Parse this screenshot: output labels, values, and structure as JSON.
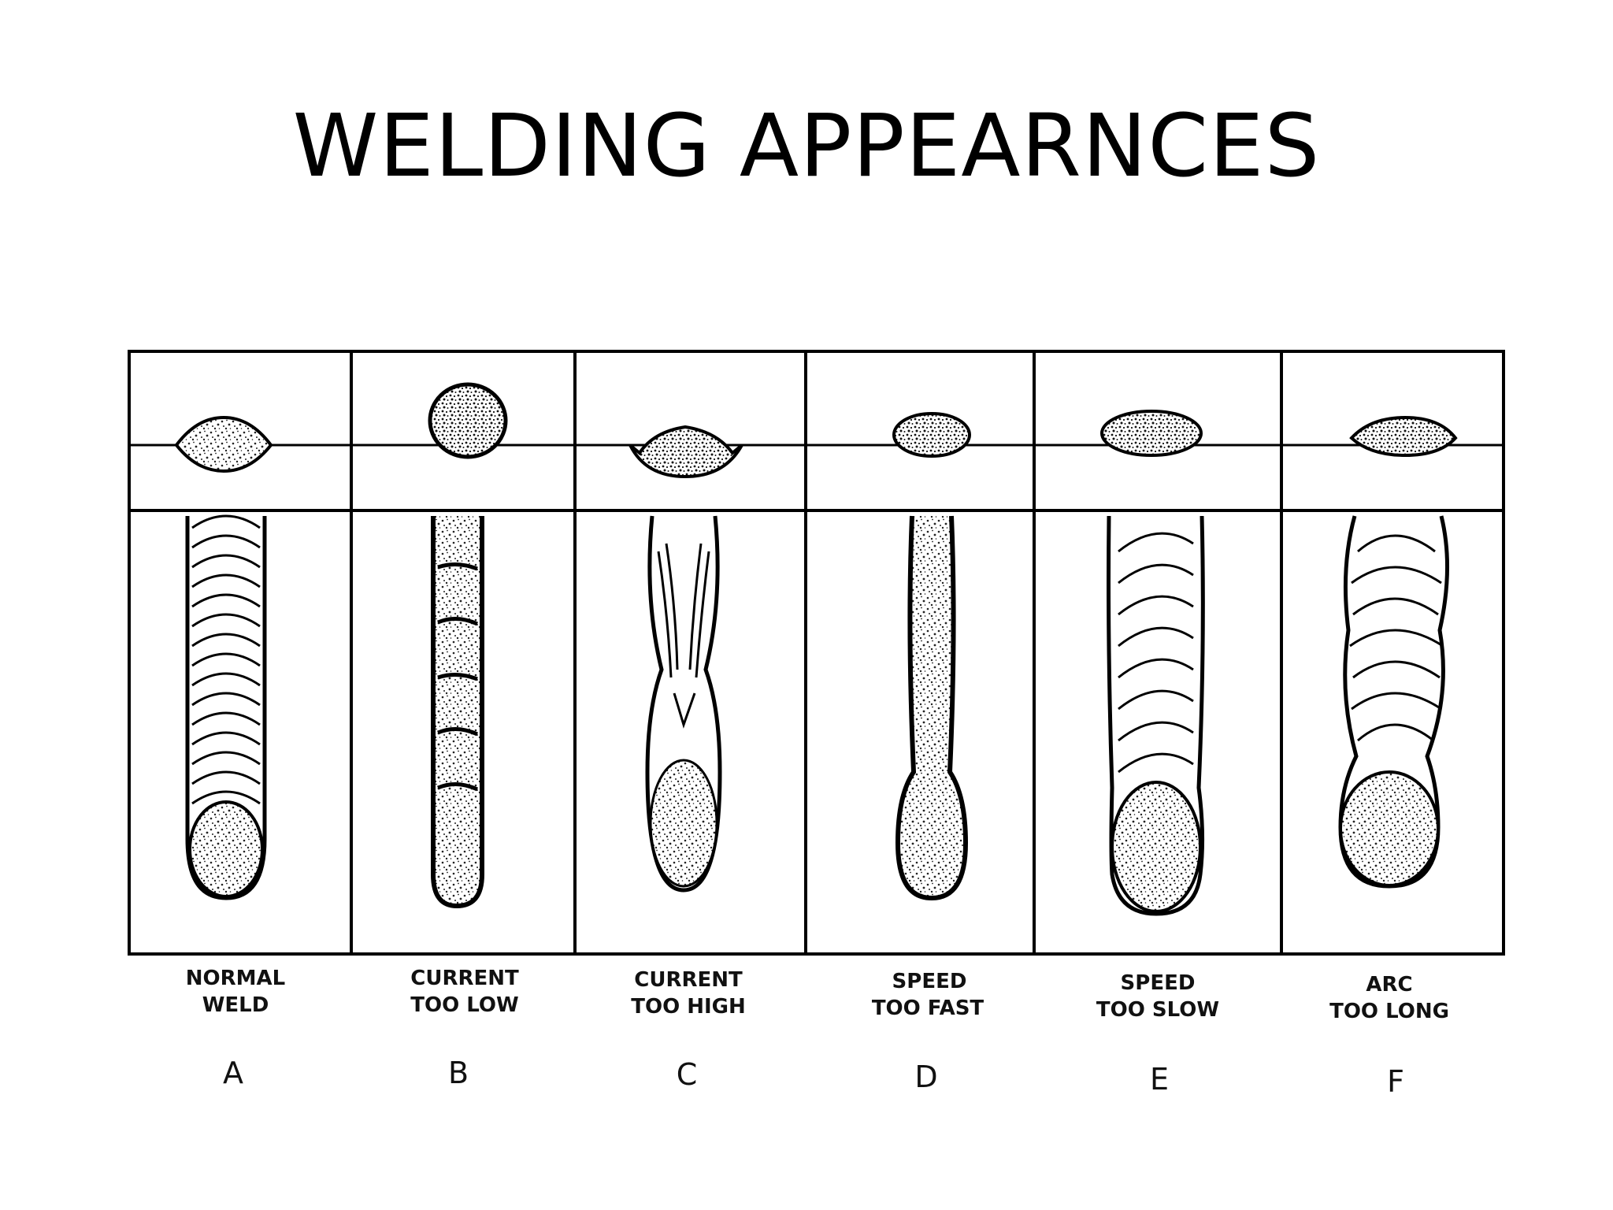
{
  "title": "WELDING APPEARNCES",
  "panels": [
    {
      "line1": "NORMAL",
      "line2": "WELD",
      "letter": "A"
    },
    {
      "line1": "CURRENT",
      "line2": "TOO LOW",
      "letter": "B"
    },
    {
      "line1": "CURRENT",
      "line2": "TOO HIGH",
      "letter": "C"
    },
    {
      "line1": "SPEED",
      "line2": "TOO FAST",
      "letter": "D"
    },
    {
      "line1": "SPEED",
      "line2": "TOO SLOW",
      "letter": "E"
    },
    {
      "line1": "ARC",
      "line2": "TOO LONG",
      "letter": "F"
    }
  ]
}
